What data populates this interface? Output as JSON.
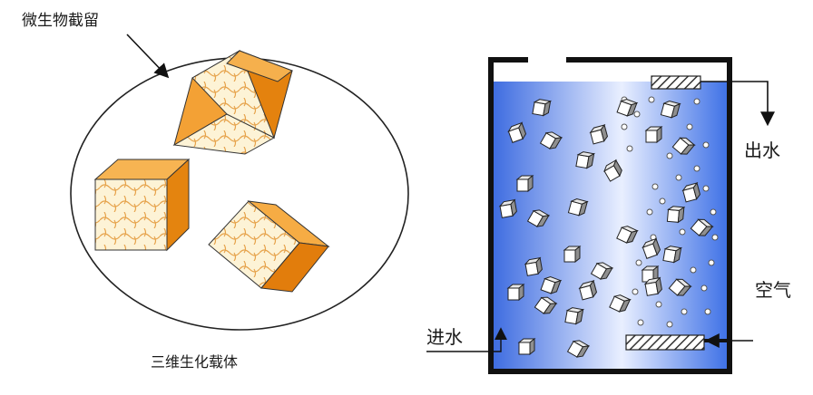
{
  "labels": {
    "microbe_retention": "微生物截留",
    "carrier_title": "三维生化载体",
    "water_out": "出水",
    "air": "空气",
    "water_in": "进水"
  },
  "colors": {
    "cube_face": "#fdf3d6",
    "cube_side": "#e98812",
    "cube_top": "#f5a943",
    "tank_deep": "#3d6fe0",
    "tank_light": "#e8efff",
    "outline": "#111111"
  },
  "icons": {
    "small_cube": "small-cube-icon",
    "bubble": "air-bubble-icon",
    "diffuser": "hatched-diffuser-icon"
  }
}
